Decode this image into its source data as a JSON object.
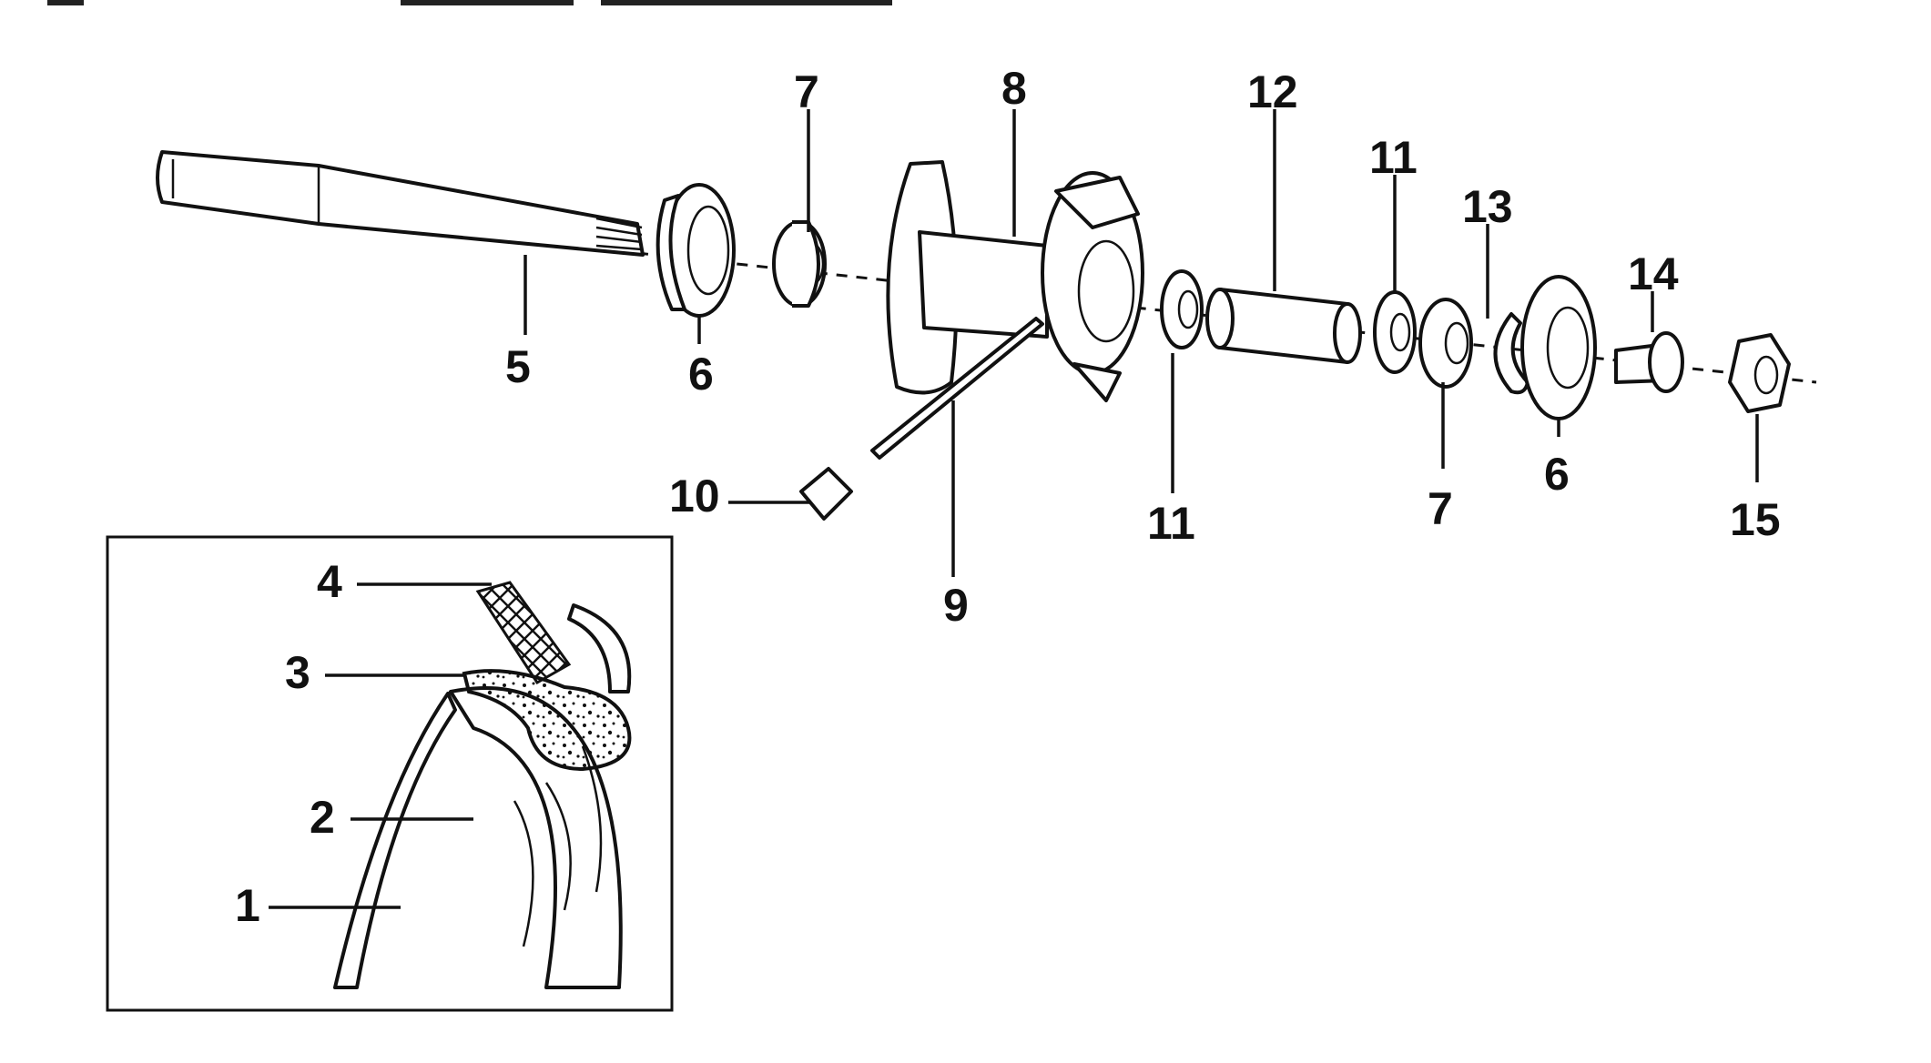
{
  "diagram": {
    "callouts": {
      "c1": "1",
      "c2": "2",
      "c3": "3",
      "c4": "4",
      "c5": "5",
      "c6a": "6",
      "c6b": "6",
      "c7a": "7",
      "c7b": "7",
      "c8": "8",
      "c9": "9",
      "c10": "10",
      "c11a": "11",
      "c11b": "11",
      "c12": "12",
      "c13": "13",
      "c14": "14",
      "c15": "15"
    }
  }
}
